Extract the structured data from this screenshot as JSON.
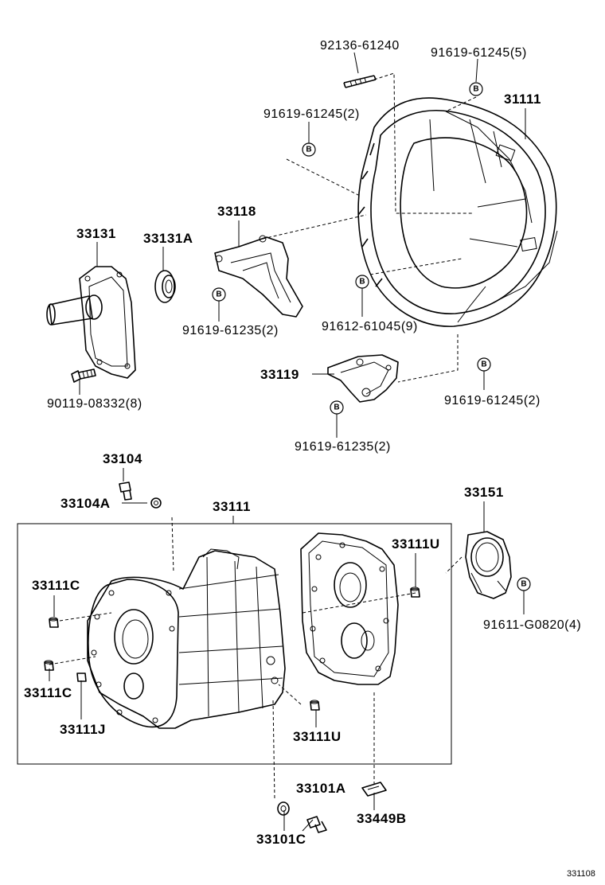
{
  "labels": {
    "l92136": "92136-61240",
    "l91619_5": "91619-61245(5)",
    "l31111": "31111",
    "l91619_2a": "91619-61245(2)",
    "l33118": "33118",
    "l33131": "33131",
    "l33131A": "33131A",
    "l91619_235a": "91619-61235(2)",
    "l91612": "91612-61045(9)",
    "l33119": "33119",
    "l91619_2b": "91619-61245(2)",
    "l90119": "90119-08332(8)",
    "l91619_235b": "91619-61235(2)",
    "l33104": "33104",
    "l33104A": "33104A",
    "l33111": "33111",
    "l33151": "33151",
    "l33111U_a": "33111U",
    "l33111C_a": "33111C",
    "l91611": "91611-G0820(4)",
    "l33111C_b": "33111C",
    "l33111J": "33111J",
    "l33111U_b": "33111U",
    "l33101A": "33101A",
    "l33449B": "33449B",
    "l33101C": "33101C",
    "figure_code": "331108"
  },
  "bolt_mark": "B"
}
